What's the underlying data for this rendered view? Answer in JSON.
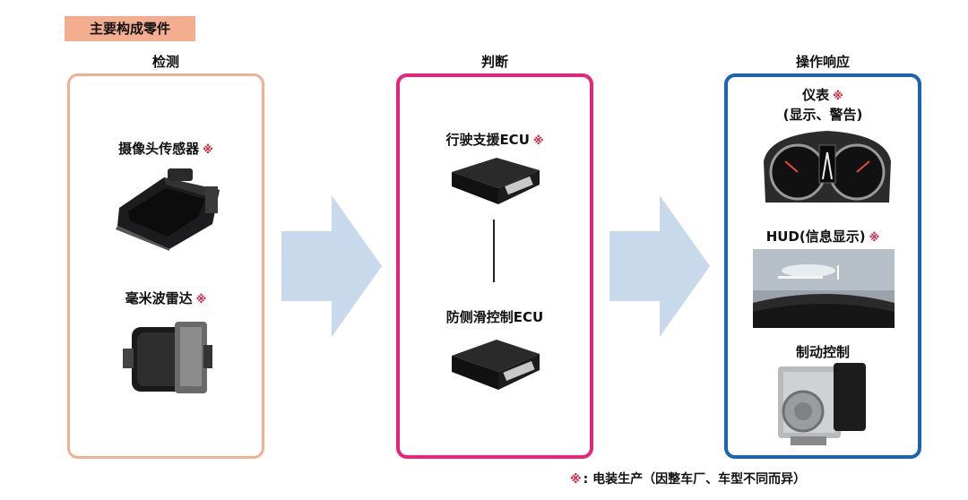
{
  "header_tag": "主要构成零件",
  "columns": {
    "detect": {
      "title": "检测",
      "items": [
        {
          "label": "摄像头传感器",
          "mark": "※"
        },
        {
          "label": "毫米波雷达",
          "mark": "※"
        }
      ]
    },
    "judge": {
      "title": "判断",
      "items": [
        {
          "label": "行驶支援ECU",
          "mark": "※"
        },
        {
          "label": "防侧滑控制ECU",
          "mark": ""
        }
      ]
    },
    "act": {
      "title": "操作响应",
      "items": [
        {
          "label": "仪表",
          "sublabel": "(显示、警告)",
          "mark": "※"
        },
        {
          "label": "HUD(信息显示)",
          "mark": "※"
        },
        {
          "label": "制动控制",
          "mark": ""
        }
      ]
    }
  },
  "footnote": {
    "mark": "※",
    "text": ": 电装生产（因整车厂、车型不同而异）"
  },
  "colors": {
    "detect_border": "#f2ae8e",
    "judge_border": "#e8237a",
    "act_border": "#1a64b4",
    "arrow": "#c9d9ec",
    "tag_bg": "#f2ae8e"
  }
}
